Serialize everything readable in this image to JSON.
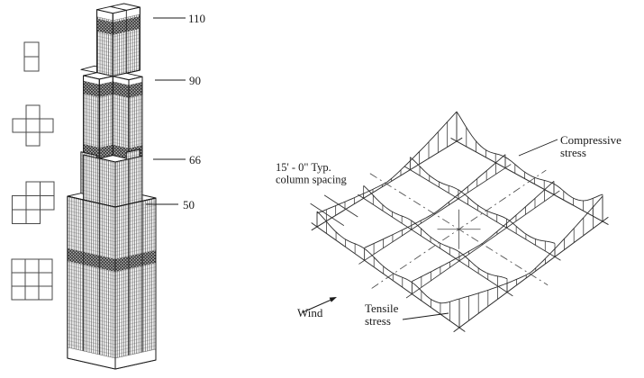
{
  "tower": {
    "levels": [
      "110",
      "90",
      "66",
      "50"
    ],
    "plans": [
      {
        "name": "floors-90-110-two-tubes",
        "rows": [
          "1",
          "1"
        ]
      },
      {
        "name": "floors-66-90-five-tubes",
        "rows": [
          "010",
          "111",
          "010"
        ]
      },
      {
        "name": "floors-50-66-seven-tubes",
        "rows": [
          "011",
          "111",
          "110"
        ]
      },
      {
        "name": "floors-1-50-nine-tubes",
        "rows": [
          "111",
          "111",
          "111"
        ]
      }
    ]
  },
  "stress_diagram": {
    "spacing_label_line1": "15' - 0\" Typ.",
    "spacing_label_line2": "column spacing",
    "wind_label": "Wind",
    "tensile_label_line1": "Tensile",
    "tensile_label_line2": "stress",
    "compressive_label_line1": "Compressive",
    "compressive_label_line2": "stress"
  },
  "colors": {
    "ink": "#1a1a1a",
    "background": "#ffffff"
  }
}
